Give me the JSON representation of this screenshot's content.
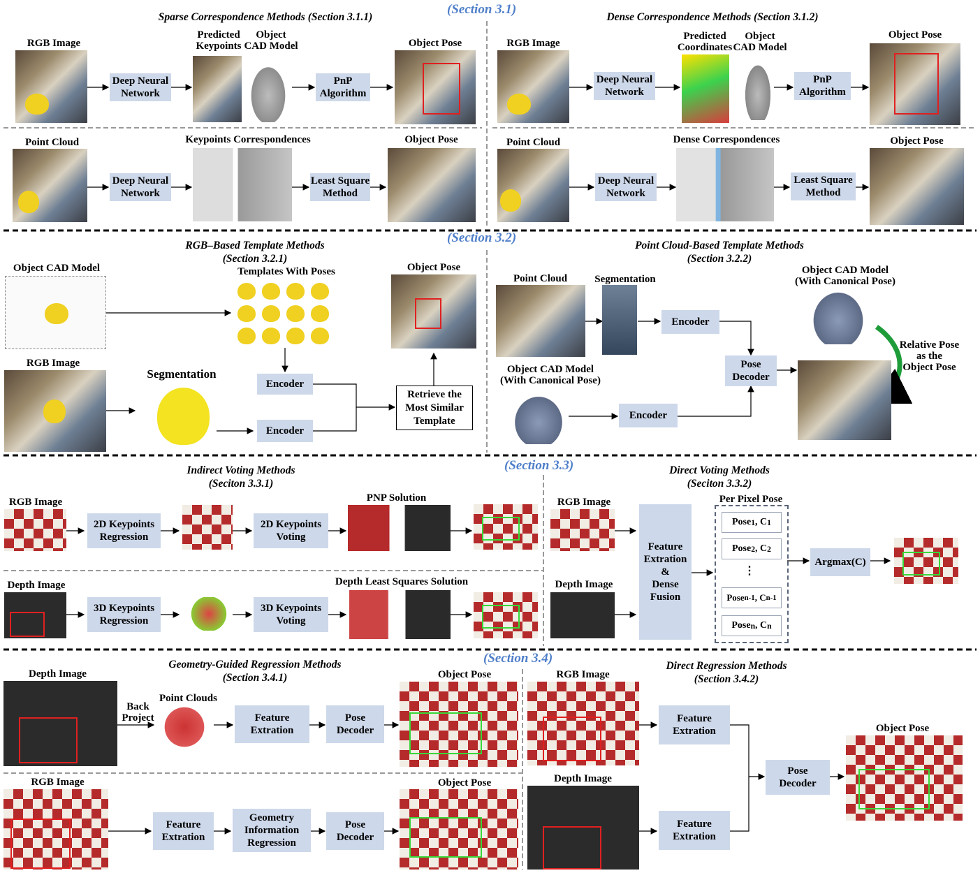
{
  "sections": {
    "s31": "(Section 3.1)",
    "s32": "(Section 3.2)",
    "s33": "(Section 3.3)",
    "s34": "(Section 3.4)"
  },
  "titles": {
    "sparse": "Sparse Correspondence Methods (Section 3.1.1)",
    "dense": "Dense Correspondence Methods (Section 3.1.2)",
    "rgb_template": "RGB–Based Template Methods\n(Section 3.2.1)",
    "pc_template": "Point Cloud-Based Template Methods\n(Section 3.2.2)",
    "indirect": "Indirect Voting Methods\n(Seciton 3.3.1)",
    "direct_voting": "Direct Voting Methods\n(Seciton 3.3.2)",
    "geometry": "Geometry-Guided Regression Methods\n(Section 3.4.1)",
    "direct_reg": "Direct Regression Methods\n(Section 3.4.2)"
  },
  "labels": {
    "rgb_image": "RGB Image",
    "point_cloud": "Point Cloud",
    "object_pose": "Object Pose",
    "predicted_keypoints": "Predicted\nKeypoints",
    "object_cad_model": "Object\nCAD Model",
    "predicted_coordinates": "Predicted\nCoordinates",
    "keypoints_correspondences": "Keypoints Correspondences",
    "dense_correspondences": "Dense Correspondences",
    "object_cad_model_single": "Object CAD Model",
    "templates_with_poses": "Templates With Poses",
    "segmentation": "Segmentation",
    "object_cad_canonical": "Object CAD Model\n(With Canonical Pose)",
    "relative_pose": "Relative Pose\nas the\nObject Pose",
    "pnp_solution": "PNP Solution",
    "depth_lsq_solution": "Depth Least Squares Solution",
    "depth_image": "Depth Image",
    "per_pixel_pose": "Per Pixel Pose",
    "back_project": "Back\nProject",
    "point_clouds": "Point Clouds"
  },
  "boxes": {
    "deep_nn": "Deep Neural\nNetwork",
    "pnp_algorithm": "PnP\nAlgorithm",
    "least_square": "Least Square\nMethod",
    "encoder": "Encoder",
    "retrieve": "Retrieve the\nMost Similar\nTemplate",
    "pose_decoder": "Pose\nDecoder",
    "kp2d_reg": "2D Keypoints\nRegression",
    "kp2d_vote": "2D Keypoints\nVoting",
    "kp3d_reg": "3D Keypoints\nRegression",
    "kp3d_vote": "3D Keypoints\nVoting",
    "feature_fusion": "Feature\nExtration\n&\nDense\nFusion",
    "argmax": "Argmax(C)",
    "feature_extration": "Feature\nExtration",
    "geometry_info": "Geometry\nInformation\nRegression"
  },
  "per_pixel": {
    "p1": "Pose",
    "s1": "1",
    "c1": "C",
    "p2": "Pose",
    "s2": "2",
    "c2": "C",
    "dots": "⋮",
    "pn1": "Pose",
    "sn1": "n-1",
    "cn1": "C",
    "pn": "Pose",
    "sn": "n",
    "cn": "C"
  },
  "colors": {
    "box_fill": "#cdd8ea",
    "section_blue": "#4f7fc9",
    "divider": "#999999"
  }
}
